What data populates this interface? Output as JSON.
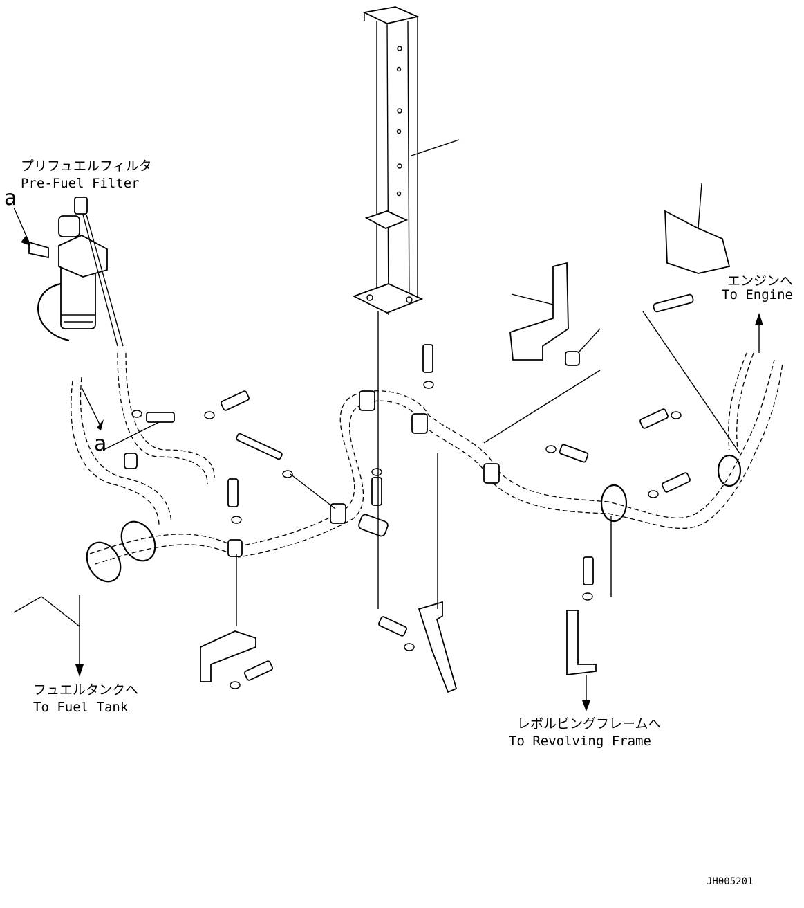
{
  "labels": {
    "pre_fuel_filter_jp": "プリフュエルフィルタ",
    "pre_fuel_filter_en": "Pre-Fuel Filter",
    "to_engine_jp": "エンジンへ",
    "to_engine_en": "To Engine",
    "to_fuel_tank_jp": "フュエルタンクへ",
    "to_fuel_tank_en": "To Fuel Tank",
    "to_revolving_frame_jp": "レボルビングフレームへ",
    "to_revolving_frame_en": "To Revolving Frame",
    "marker_a": "a",
    "drawing_code": "JH005201"
  }
}
